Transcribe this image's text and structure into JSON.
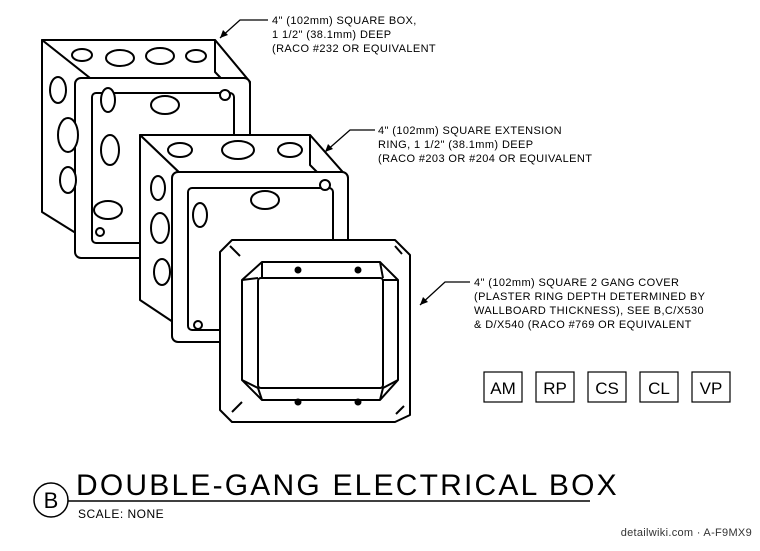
{
  "callouts": {
    "square_box": [
      "4\" (102mm) SQUARE BOX,",
      "1 1/2\" (38.1mm) DEEP",
      "(RACO #232 OR EQUIVALENT"
    ],
    "extension_ring": [
      "4\" (102mm) SQUARE EXTENSION",
      "RING, 1 1/2\" (38.1mm) DEEP",
      "(RACO #203 OR #204 OR EQUIVALENT"
    ],
    "gang_cover": [
      "4\" (102mm) SQUARE 2 GANG COVER",
      "(PLASTER RING DEPTH DETERMINED BY",
      "WALLBOARD THICKNESS), SEE B,C/X530",
      "& D/X540 (RACO #769 OR EQUIVALENT"
    ]
  },
  "discipline_tags": [
    "AM",
    "RP",
    "CS",
    "CL",
    "VP"
  ],
  "title_block": {
    "detail_letter": "B",
    "title": "DOUBLE-GANG ELECTRICAL BOX",
    "scale": "SCALE: NONE"
  },
  "credit": "detailwiki.com · A-F9MX9"
}
